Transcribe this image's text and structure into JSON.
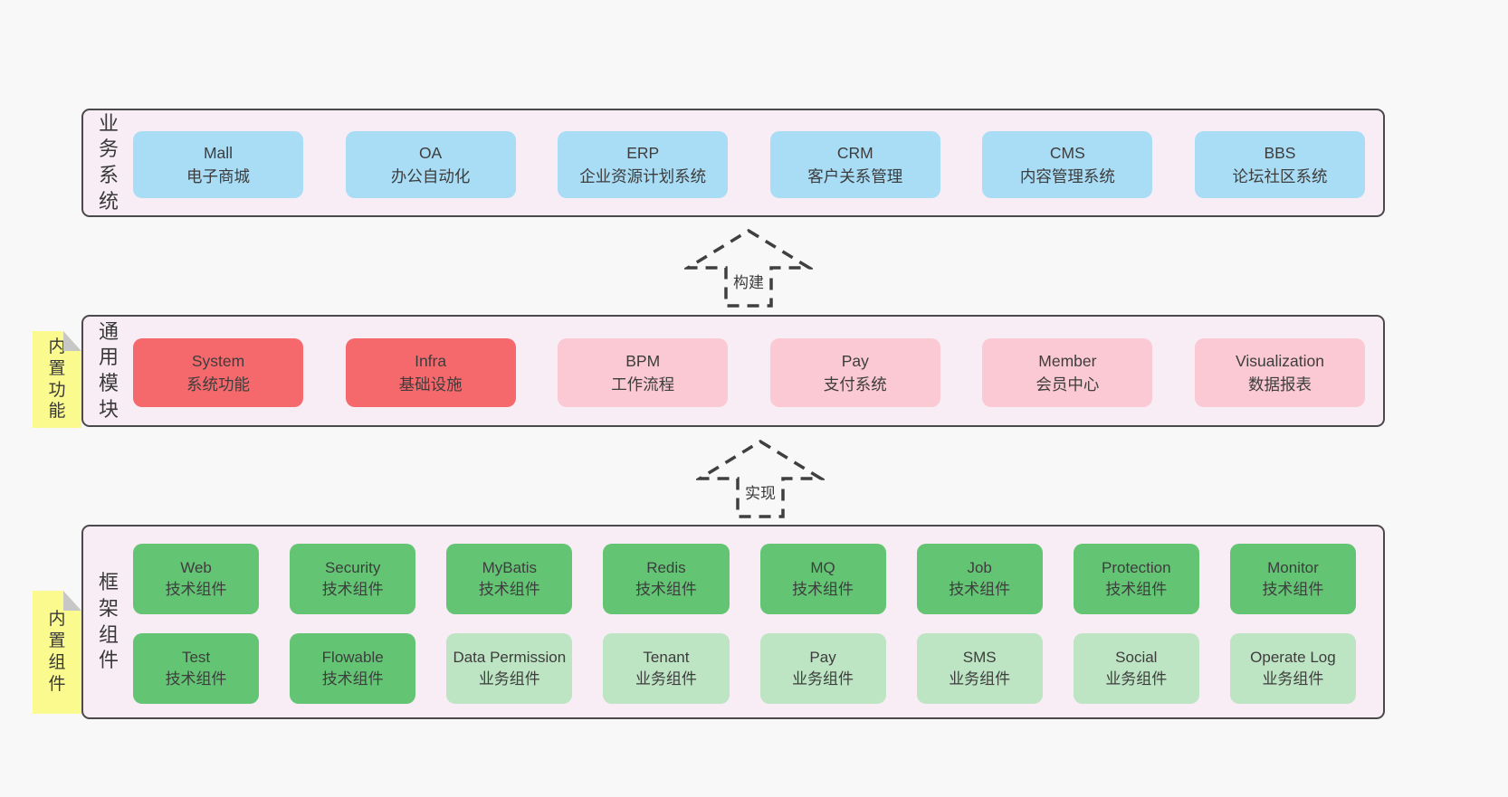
{
  "colors": {
    "blue": "#a9dcf5",
    "red": "#f5696d",
    "pink": "#fac9d3",
    "green": "#63c574",
    "lightgreen": "#bde4c3",
    "panel_background": "#f8edf5",
    "panel_border": "#4a4a4a",
    "tab_yellow": "#fafa8e",
    "fold_gray": "#c7c7c7",
    "text": "#3d3d3d",
    "page_background": "#f8f8f8"
  },
  "sections": {
    "business": {
      "label": "业务系统",
      "boxes": [
        {
          "name": "Mall",
          "desc": "电子商城",
          "variant": "blue"
        },
        {
          "name": "OA",
          "desc": "办公自动化",
          "variant": "blue"
        },
        {
          "name": "ERP",
          "desc": "企业资源计划系统",
          "variant": "blue"
        },
        {
          "name": "CRM",
          "desc": "客户关系管理",
          "variant": "blue"
        },
        {
          "name": "CMS",
          "desc": "内容管理系统",
          "variant": "blue"
        },
        {
          "name": "BBS",
          "desc": "论坛社区系统",
          "variant": "blue"
        }
      ]
    },
    "modules": {
      "label": "通用模块",
      "tab": "内置功能",
      "boxes": [
        {
          "name": "System",
          "desc": "系统功能",
          "variant": "red"
        },
        {
          "name": "Infra",
          "desc": "基础设施",
          "variant": "red"
        },
        {
          "name": "BPM",
          "desc": "工作流程",
          "variant": "pink"
        },
        {
          "name": "Pay",
          "desc": "支付系统",
          "variant": "pink"
        },
        {
          "name": "Member",
          "desc": "会员中心",
          "variant": "pink"
        },
        {
          "name": "Visualization",
          "desc": "数据报表",
          "variant": "pink"
        }
      ]
    },
    "components": {
      "label": "框架组件",
      "tab": "内置组件",
      "rows": [
        [
          {
            "name": "Web",
            "desc": "技术组件",
            "variant": "green"
          },
          {
            "name": "Security",
            "desc": "技术组件",
            "variant": "green"
          },
          {
            "name": "MyBatis",
            "desc": "技术组件",
            "variant": "green"
          },
          {
            "name": "Redis",
            "desc": "技术组件",
            "variant": "green"
          },
          {
            "name": "MQ",
            "desc": "技术组件",
            "variant": "green"
          },
          {
            "name": "Job",
            "desc": "技术组件",
            "variant": "green"
          },
          {
            "name": "Protection",
            "desc": "技术组件",
            "variant": "green"
          },
          {
            "name": "Monitor",
            "desc": "技术组件",
            "variant": "green"
          }
        ],
        [
          {
            "name": "Test",
            "desc": "技术组件",
            "variant": "green"
          },
          {
            "name": "Flowable",
            "desc": "技术组件",
            "variant": "green"
          },
          {
            "name": "Data Permission",
            "desc": "业务组件",
            "variant": "lightgreen"
          },
          {
            "name": "Tenant",
            "desc": "业务组件",
            "variant": "lightgreen"
          },
          {
            "name": "Pay",
            "desc": "业务组件",
            "variant": "lightgreen"
          },
          {
            "name": "SMS",
            "desc": "业务组件",
            "variant": "lightgreen"
          },
          {
            "name": "Social",
            "desc": "业务组件",
            "variant": "lightgreen"
          },
          {
            "name": "Operate Log",
            "desc": "业务组件",
            "variant": "lightgreen"
          }
        ]
      ]
    }
  },
  "connectors": [
    {
      "label": "构建"
    },
    {
      "label": "实现"
    }
  ]
}
